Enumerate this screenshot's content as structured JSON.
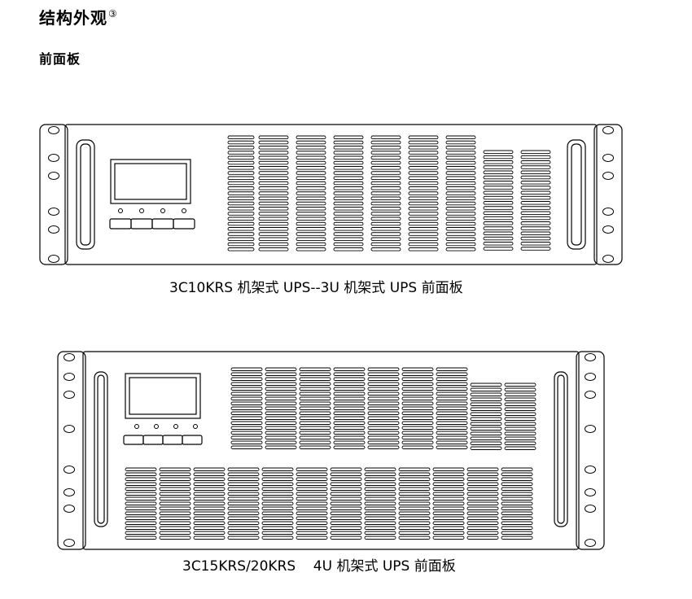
{
  "heading": {
    "title": "结构外观",
    "footnote_mark": "③"
  },
  "subheading": "前面板",
  "figures": [
    {
      "id": "3u",
      "caption": "3C10KRS 机架式 UPS--3U 机架式 UPS 前面板"
    },
    {
      "id": "4u",
      "caption": "3C15KRS/20KRS    4U 机架式 UPS 前面板"
    }
  ],
  "colors": {
    "line": "#000000",
    "fill": "#ffffff"
  }
}
